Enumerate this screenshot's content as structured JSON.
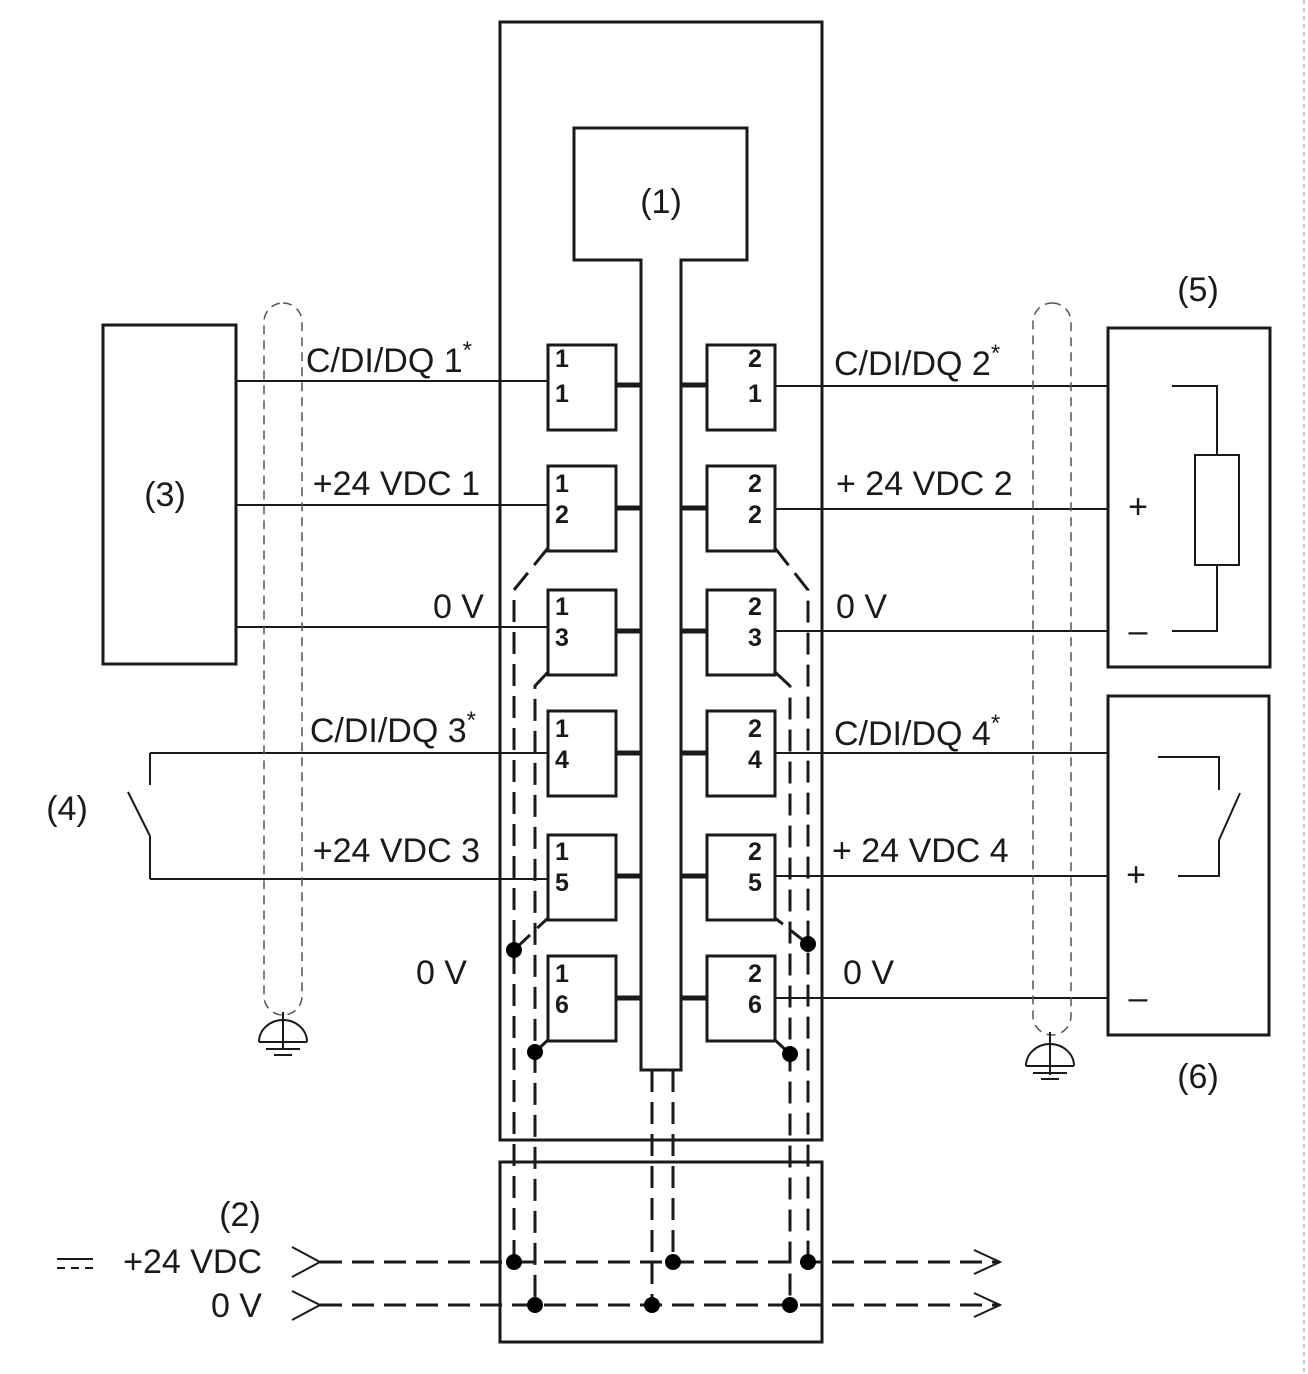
{
  "callouts": {
    "c1": "(1)",
    "c2": "(2)",
    "c3": "(3)",
    "c4": "(4)",
    "c5": "(5)",
    "c6": "(6)"
  },
  "wires_left": [
    {
      "text": "C/DI/DQ 1",
      "star": "*"
    },
    {
      "text": "+24 VDC 1",
      "star": ""
    },
    {
      "text": "0 V",
      "star": ""
    },
    {
      "text": "C/DI/DQ 3",
      "star": "*"
    },
    {
      "text": "+24 VDC 3",
      "star": ""
    },
    {
      "text": "0 V",
      "star": ""
    }
  ],
  "wires_right": [
    {
      "text": "C/DI/DQ 2",
      "star": "*"
    },
    {
      "text": "+ 24 VDC 2",
      "star": ""
    },
    {
      "text": "0 V",
      "star": ""
    },
    {
      "text": "C/DI/DQ 4",
      "star": "*"
    },
    {
      "text": "+ 24 VDC 4",
      "star": ""
    },
    {
      "text": "0 V",
      "star": ""
    }
  ],
  "terminals_left": [
    {
      "top": "1",
      "bottom": "1"
    },
    {
      "top": "1",
      "bottom": "2"
    },
    {
      "top": "1",
      "bottom": "3"
    },
    {
      "top": "1",
      "bottom": "4"
    },
    {
      "top": "1",
      "bottom": "5"
    },
    {
      "top": "1",
      "bottom": "6"
    }
  ],
  "terminals_right": [
    {
      "top": "2",
      "bottom": "1"
    },
    {
      "top": "2",
      "bottom": "2"
    },
    {
      "top": "2",
      "bottom": "3"
    },
    {
      "top": "2",
      "bottom": "4"
    },
    {
      "top": "2",
      "bottom": "5"
    },
    {
      "top": "2",
      "bottom": "6"
    }
  ],
  "device_signs": {
    "plus": "+",
    "minus": "–"
  },
  "supply": {
    "v24": "+24 VDC",
    "v0": "0 V"
  }
}
